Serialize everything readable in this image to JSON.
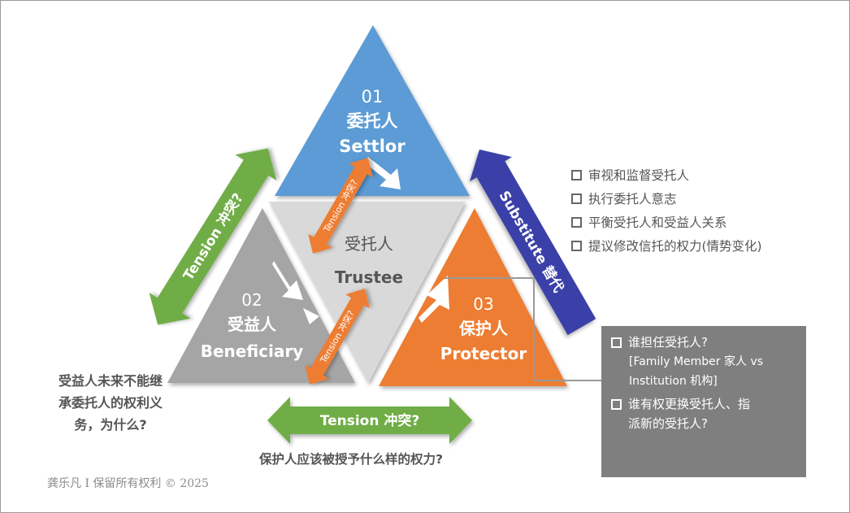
{
  "settlor": {
    "num": "01",
    "cn": "委托人",
    "en": "Settlor",
    "color": "#5b9bd5"
  },
  "trustee": {
    "cn": "受托人",
    "en": "Trustee",
    "color": "#d9d9d9"
  },
  "beneficiary": {
    "num": "02",
    "cn": "受益人",
    "en": "Beneficiary",
    "color": "#a5a5a5"
  },
  "protector": {
    "num": "03",
    "cn": "保护人",
    "en": "Protector",
    "color": "#ed7d31"
  },
  "arrows": {
    "tension_left": "Tension 冲突?",
    "tension_bottom": "Tension 冲突?",
    "tension_inner_upper": "Tension 冲突?",
    "tension_inner_lower": "Tension 冲突?",
    "substitute": "Substitute 替代",
    "green": "#70ad47",
    "orange": "#ed7d31",
    "navy": "#3a3fa8"
  },
  "protector_roles": [
    "审视和监督受托人",
    "执行委托人意志",
    "平衡受托人和受益人关系",
    "提议修改信托的权力(情势变化)"
  ],
  "questions": {
    "q1": "谁担任受托人?",
    "q1_detail_line1": "[Family Member 家人 vs",
    "q1_detail_line2": "Institution 机构]",
    "q2_line1": "谁有权更换受托人、指",
    "q2_line2": "派新的受托人?"
  },
  "beneficiary_question": {
    "line1": "受益人未来不能继",
    "line2": "承委托人的权利义",
    "line3": "务，为什么?"
  },
  "protector_power_question": "保护人应该被授予什么样的权力?",
  "copyright": "龚乐凡 I 保留所有权利 © 2025"
}
